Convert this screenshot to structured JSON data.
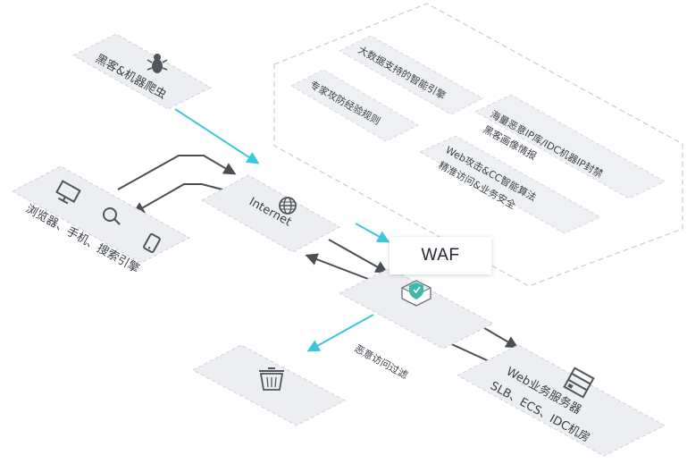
{
  "nodes": {
    "hacker": "黑客&机器爬虫",
    "clients": "浏览器、手机、搜索引擎",
    "internet": "Internet",
    "waf": "WAF",
    "trash": "",
    "server_line1": "Web业务服务器",
    "server_line2": "SLB、ECS、IDC机房"
  },
  "features": {
    "big_data": "大数据支持的智能引擎",
    "expert_rules": "专家攻防经验规则",
    "blacklist_line1": "海量恶意IP库/IDC机器IP封禁",
    "blacklist_line2": "黑客画像情报",
    "web_cc_line1": "Web攻击&CC智能算法",
    "web_cc_line2": "精准访问&业务安全"
  },
  "edges": {
    "malicious_filter": "恶意访问过滤"
  },
  "colors": {
    "tile": "#eceef1",
    "tile_border": "#cfd3d9",
    "arrow_dark": "#4a4e55",
    "arrow_cyan": "#3cc8dc",
    "teal": "#3fb8a8"
  }
}
